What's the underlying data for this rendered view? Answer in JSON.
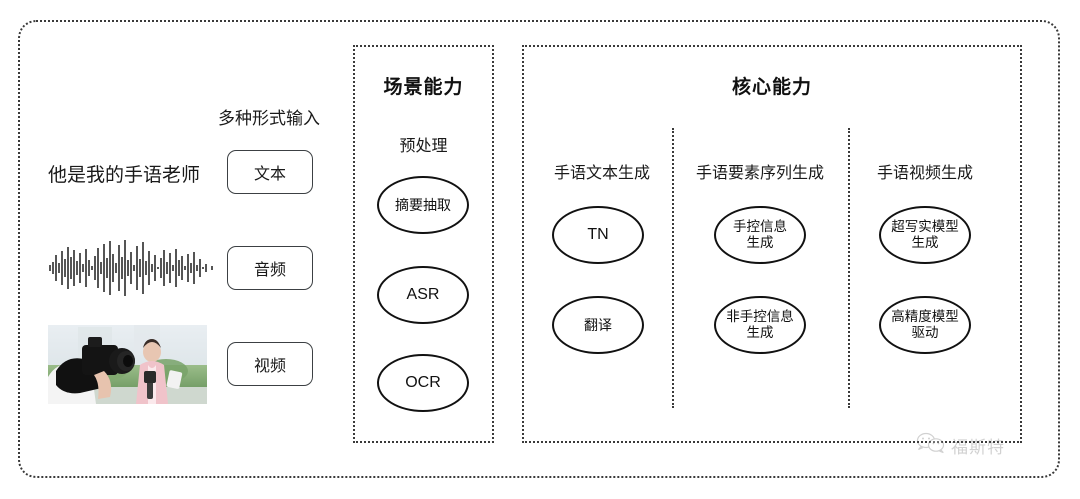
{
  "frame": {
    "name": "sign-language-capability-diagram"
  },
  "left": {
    "heading": "多种形式输入",
    "sample_text": "他是我的手语老师",
    "modalities": [
      {
        "label": "文本",
        "icon": "text-icon"
      },
      {
        "label": "音频",
        "icon": "audio-waveform-icon"
      },
      {
        "label": "视频",
        "icon": "video-thumbnail-icon"
      }
    ]
  },
  "scene_panel": {
    "title": "场景能力",
    "subtitle": "预处理",
    "nodes": [
      {
        "label": "摘要抽取",
        "latin": false
      },
      {
        "label": "ASR",
        "latin": true
      },
      {
        "label": "OCR",
        "latin": true
      }
    ]
  },
  "core_panel": {
    "title": "核心能力",
    "columns": [
      {
        "header": "手语文本生成",
        "nodes": [
          {
            "line1": "TN",
            "line2": "",
            "latin": true
          },
          {
            "line1": "翻译",
            "line2": "",
            "latin": false
          }
        ]
      },
      {
        "header": "手语要素序列生成",
        "nodes": [
          {
            "line1": "手控信息",
            "line2": "生成",
            "latin": false
          },
          {
            "line1": "非手控信息",
            "line2": "生成",
            "latin": false
          }
        ]
      },
      {
        "header": "手语视频生成",
        "nodes": [
          {
            "line1": "超写实模型",
            "line2": "生成",
            "latin": false
          },
          {
            "line1": "高精度模型",
            "line2": "驱动",
            "latin": false
          }
        ]
      }
    ]
  },
  "watermark": {
    "text": "福斯特",
    "icon": "wechat-logo-icon"
  },
  "colors": {
    "border": "#3a3a3a",
    "node_stroke": "#111111",
    "pill_stroke": "#3c4043",
    "text": "#1a1a1a",
    "background": "#ffffff"
  }
}
